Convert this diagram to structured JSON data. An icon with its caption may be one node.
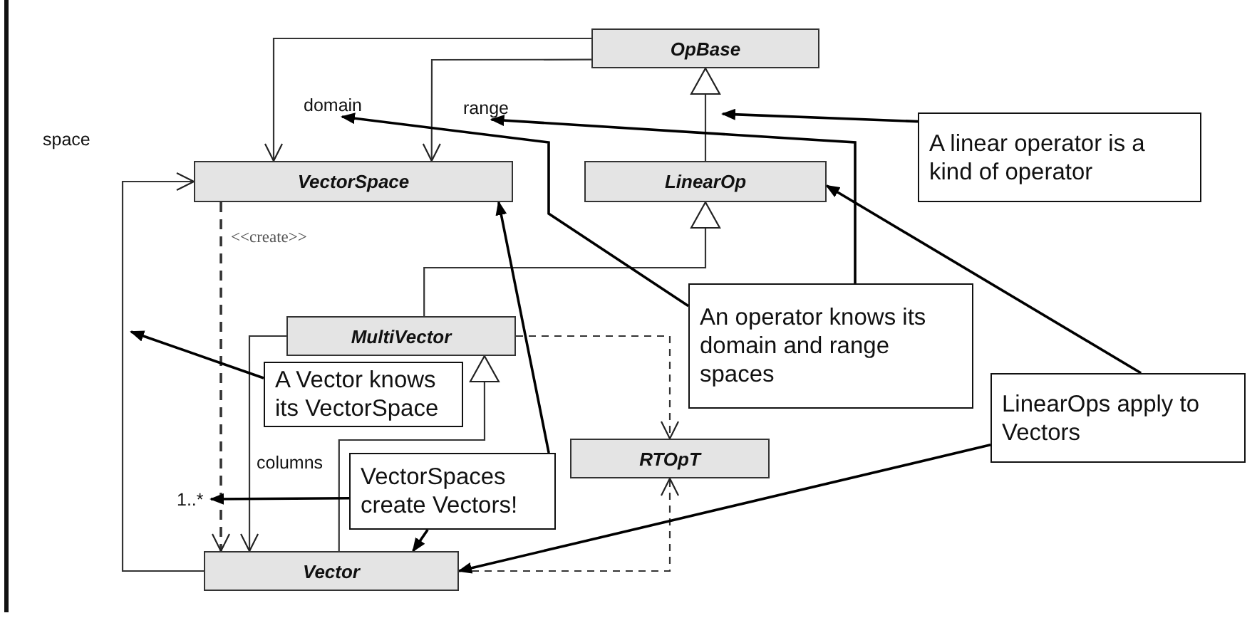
{
  "diagram": {
    "nodes": [
      {
        "text": [
          "OpBase"
        ]
      },
      {
        "text": [
          "VectorSpace"
        ]
      },
      {
        "text": [
          "LinearOp"
        ]
      },
      {
        "text": [
          "MultiVector"
        ]
      },
      {
        "text": [
          "RTOpT"
        ]
      },
      {
        "text": [
          "Vector"
        ]
      },
      {
        "text": [
          "A linear operator is a kind of operator"
        ]
      },
      {
        "text": [
          "An operator knows its domain and range spaces"
        ]
      },
      {
        "text": [
          "A Vector knows its VectorSpace"
        ]
      },
      {
        "text": [
          "VectorSpaces create Vectors!"
        ]
      },
      {
        "text": [
          "LinearOps apply to Vectors"
        ]
      },
      {
        "text": [
          "domain"
        ]
      },
      {
        "text": [
          "range"
        ]
      },
      {
        "text": [
          "1..*"
        ]
      }
    ],
    "edges": [
      {
        "from": 0,
        "to": 1,
        "arrow": "to"
      },
      {
        "from": 0,
        "to": 1,
        "arrow": "to"
      },
      {
        "from": 2,
        "to": 0,
        "arrow": "to"
      },
      {
        "from": 3,
        "to": 2,
        "arrow": "to"
      },
      {
        "from": 5,
        "to": 3,
        "arrow": "to"
      },
      {
        "from": 5,
        "to": 1,
        "arrow": "to",
        "label": "space"
      },
      {
        "from": 1,
        "to": 5,
        "arrow": "to",
        "label": "<<create>>",
        "style": "dashed"
      },
      {
        "from": 3,
        "to": 5,
        "arrow": "to",
        "label": "columns"
      },
      {
        "from": 3,
        "to": 4,
        "arrow": "to",
        "style": "dashed"
      },
      {
        "from": 5,
        "to": 4,
        "arrow": "to",
        "style": "dashed"
      },
      {
        "from": 6,
        "to": null,
        "arrow": "to"
      },
      {
        "from": 7,
        "to": 11,
        "arrow": "to"
      },
      {
        "from": 7,
        "to": 12,
        "arrow": "to"
      },
      {
        "from": 8,
        "to": null,
        "arrow": "to"
      },
      {
        "from": 9,
        "to": 1,
        "arrow": "to"
      },
      {
        "from": 9,
        "to": 13,
        "arrow": "to"
      },
      {
        "from": 9,
        "to": 5,
        "arrow": "to"
      },
      {
        "from": 10,
        "to": 2,
        "arrow": "to"
      },
      {
        "from": 10,
        "to": 5,
        "arrow": "to"
      }
    ]
  }
}
